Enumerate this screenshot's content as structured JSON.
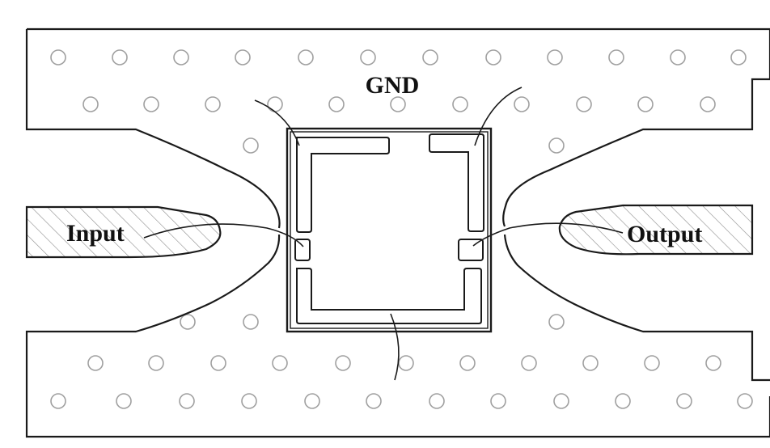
{
  "labels": {
    "gnd": "GND",
    "input": "Input",
    "output": "Output"
  },
  "colors": {
    "stroke": "#1a1a1a",
    "via": "#a0a0a0",
    "hatch": "#8c8c8c",
    "background": "#ffffff"
  }
}
